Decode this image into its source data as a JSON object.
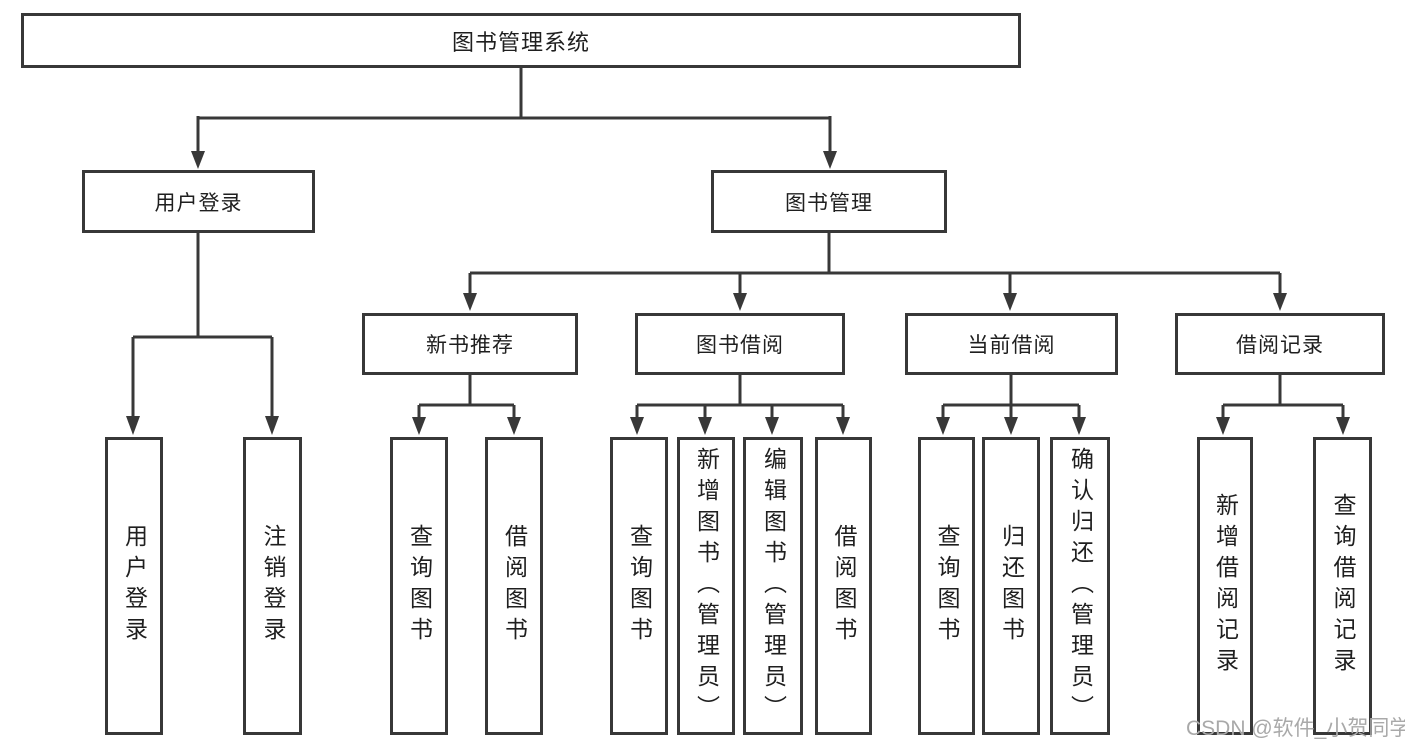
{
  "diagram": {
    "type": "hierarchy",
    "root": {
      "label": "图书管理系统"
    },
    "level2": [
      {
        "label": "用户登录"
      },
      {
        "label": "图书管理"
      }
    ],
    "level3": [
      {
        "label": "新书推荐",
        "parent": "图书管理"
      },
      {
        "label": "图书借阅",
        "parent": "图书管理"
      },
      {
        "label": "当前借阅",
        "parent": "图书管理"
      },
      {
        "label": "借阅记录",
        "parent": "图书管理"
      }
    ],
    "leaves": [
      {
        "label": "用户登录",
        "parent": "用户登录"
      },
      {
        "label": "注销登录",
        "parent": "用户登录"
      },
      {
        "label": "查询图书",
        "parent": "新书推荐"
      },
      {
        "label": "借阅图书",
        "parent": "新书推荐"
      },
      {
        "label": "查询图书",
        "parent": "图书借阅"
      },
      {
        "label": "新增图书（管理员）",
        "parent": "图书借阅"
      },
      {
        "label": "编辑图书（管理员）",
        "parent": "图书借阅"
      },
      {
        "label": "借阅图书",
        "parent": "图书借阅"
      },
      {
        "label": "查询图书",
        "parent": "当前借阅"
      },
      {
        "label": "归还图书",
        "parent": "当前借阅"
      },
      {
        "label": "确认归还（管理员）",
        "parent": "当前借阅"
      },
      {
        "label": "新增借阅记录",
        "parent": "借阅记录"
      },
      {
        "label": "查询借阅记录",
        "parent": "借阅记录"
      }
    ]
  },
  "watermark": "CSDN @软件_小贺同学",
  "colors": {
    "line": "#383838",
    "box_border": "#383838",
    "text": "#1f1f1f",
    "watermark": "#a9a9a9",
    "background": "#ffffff"
  }
}
